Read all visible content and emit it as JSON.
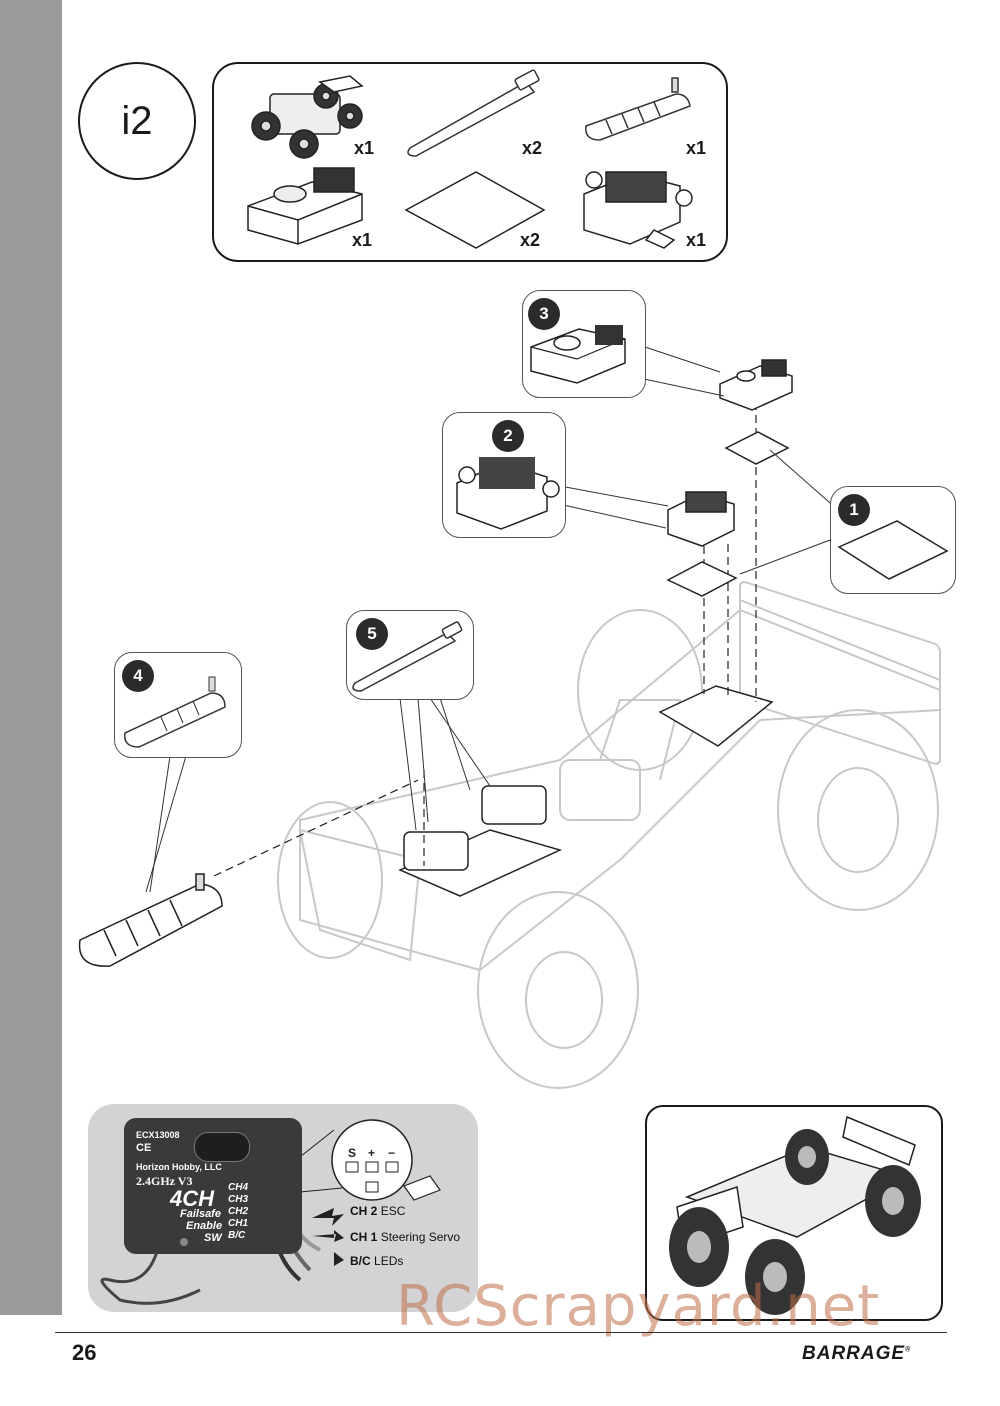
{
  "step": {
    "label": "i2"
  },
  "parts": [
    {
      "name": "roller-chassis",
      "qty": "x1"
    },
    {
      "name": "hook-loop-strap",
      "qty": "x2"
    },
    {
      "name": "battery-pack",
      "qty": "x1"
    },
    {
      "name": "receiver",
      "qty": "x1"
    },
    {
      "name": "double-sided-tape",
      "qty": "x2"
    },
    {
      "name": "esc",
      "qty": "x1"
    }
  ],
  "callouts": [
    {
      "num": "1"
    },
    {
      "num": "2"
    },
    {
      "num": "3"
    },
    {
      "num": "4"
    },
    {
      "num": "5"
    }
  ],
  "receiver": {
    "model": "ECX13008",
    "ce_mark": "CE",
    "maker": "Horizon Hobby, LLC",
    "band": "2.4GHz V3",
    "channels": "4CH",
    "failsafe": "Failsafe",
    "enable": "Enable",
    "sw": "SW",
    "ch_tags": [
      "CH4",
      "CH3",
      "CH2",
      "CH1",
      "B/C"
    ],
    "pin_heads": [
      "S",
      "+",
      "−"
    ]
  },
  "wiring": [
    {
      "channel": "CH 2",
      "device": "ESC"
    },
    {
      "channel": "CH 1",
      "device": "Steering Servo"
    },
    {
      "channel": "B/C",
      "device": "LEDs"
    }
  ],
  "footer": {
    "page": "26",
    "brand": "BARRAGE",
    "reg": "®"
  },
  "watermark": "RCScrapyard.net"
}
